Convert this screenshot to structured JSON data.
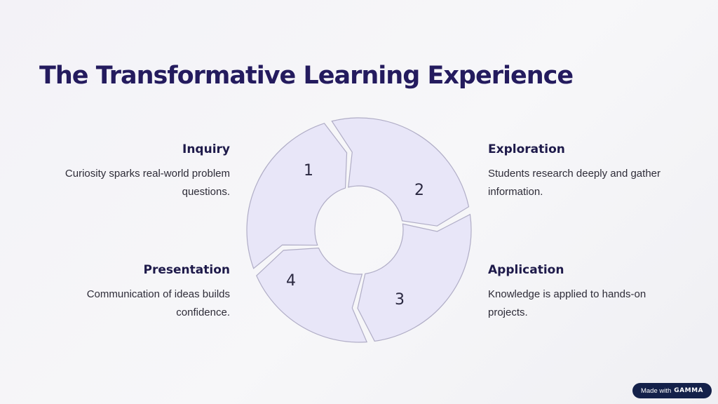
{
  "title": "The Transformative Learning Experience",
  "steps": [
    {
      "number": "1",
      "heading": "Inquiry",
      "text": "Curiosity sparks real-world problem questions."
    },
    {
      "number": "2",
      "heading": "Exploration",
      "text": "Students research deeply and gather information."
    },
    {
      "number": "3",
      "heading": "Application",
      "text": "Knowledge is applied to hands-on projects."
    },
    {
      "number": "4",
      "heading": "Presentation",
      "text": "Communication of ideas builds confidence."
    }
  ],
  "badge": {
    "prefix": "Made with",
    "brand": "GAMMA"
  },
  "colors": {
    "title": "#241b5e",
    "segment_fill": "#e8e6f8",
    "segment_stroke": "#b0adc6",
    "badge_bg": "#14214a"
  }
}
